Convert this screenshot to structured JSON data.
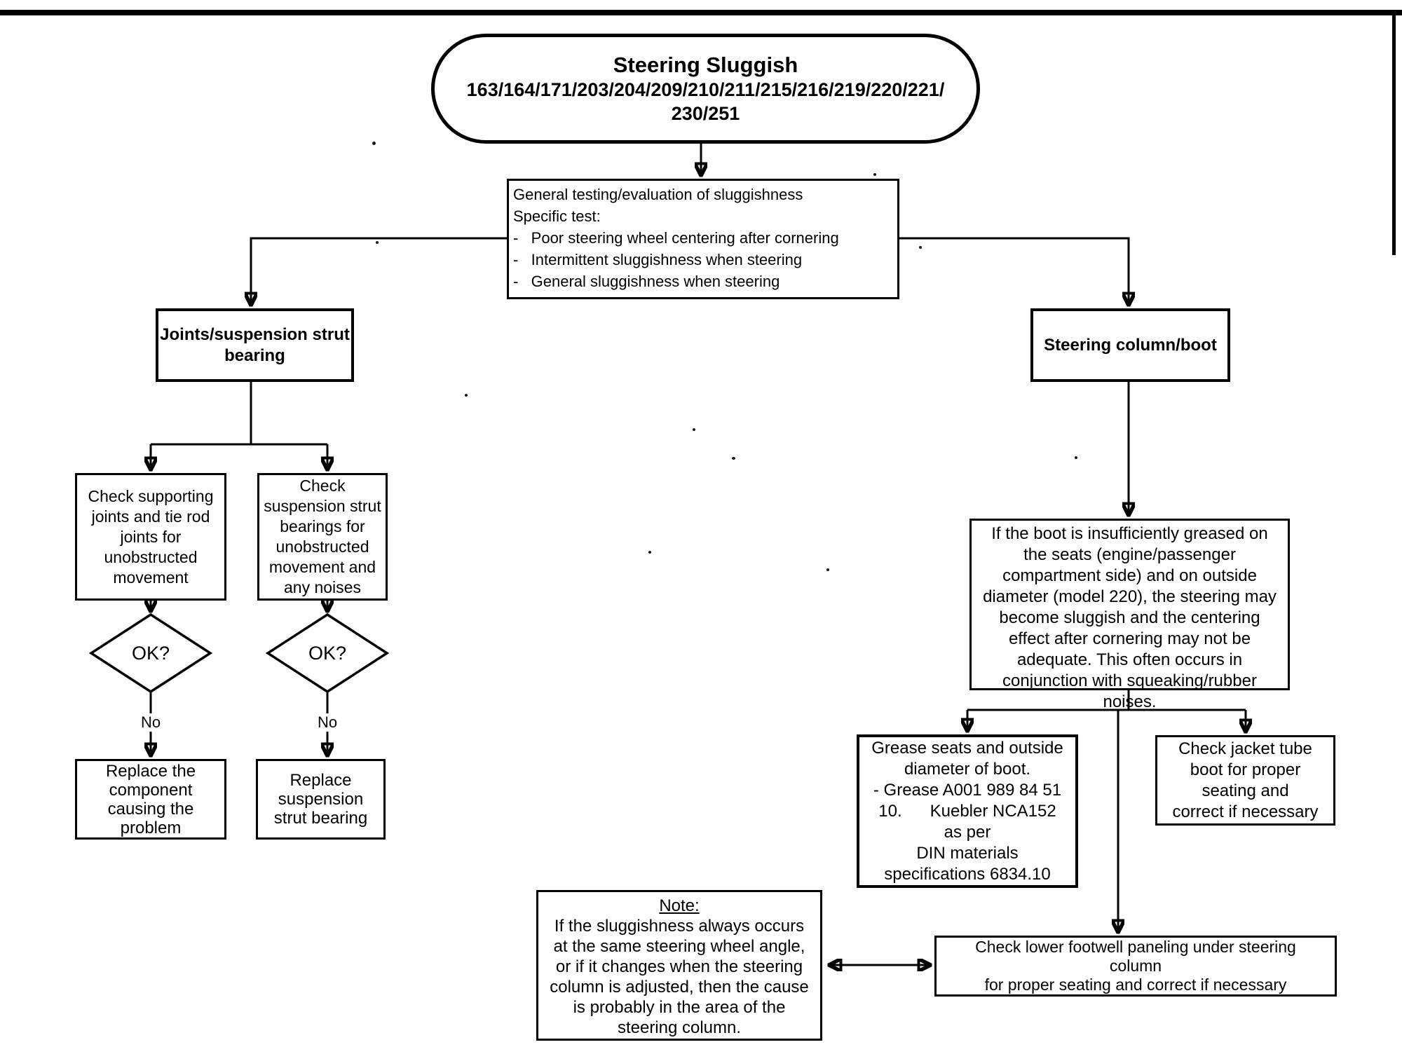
{
  "page": {
    "background": "#ffffff",
    "ink": "#000000"
  },
  "title_node": {
    "heading": "Steering Sluggish",
    "models": "163/164/171/203/204/209/210/211/215/216/219/220/221/\n230/251"
  },
  "general_node": {
    "text": "General testing/evaluation of sluggishness\nSpecific test:\n-   Poor steering wheel centering after cornering\n-   Intermittent sluggishness when steering\n-   General sluggishness when steering"
  },
  "left_branch": {
    "header": "Joints/suspension strut\nbearing",
    "check_supporting": "Check supporting\njoints and tie rod\njoints for\nunobstructed\nmovement",
    "check_strut": "Check\nsuspension strut\nbearings for\nunobstructed\nmovement and\nany noises",
    "decision_label": "OK?",
    "no_label": "No",
    "replace_component": "Replace the\ncomponent\ncausing the\nproblem",
    "replace_strut": "Replace\nsuspension\nstrut bearing"
  },
  "right_branch": {
    "header": "Steering column/boot",
    "boot_info": "If the boot is insufficiently greased on\nthe seats (engine/passenger\ncompartment side) and on outside\ndiameter (model 220), the steering may\nbecome sluggish and the centering\neffect after cornering may not be\nadequate. This often occurs in\nconjunction with squeaking/rubber\nnoises.",
    "grease": "Grease seats and outside\ndiameter of boot.\n- Grease A001 989 84 51\n10.      Kuebler NCA152\nas per\nDIN materials\nspecifications 6834.10",
    "jacket": "Check jacket tube\nboot for proper\nseating and\ncorrect if necessary",
    "footwell": "Check lower footwell paneling under steering\ncolumn\nfor proper seating and correct if necessary",
    "note_title": "Note:",
    "note_body": "If the sluggishness always occurs\nat the same steering wheel angle,\nor if it changes when the steering\ncolumn is adjusted, then the cause\nis probably in the area of the\nsteering column."
  }
}
